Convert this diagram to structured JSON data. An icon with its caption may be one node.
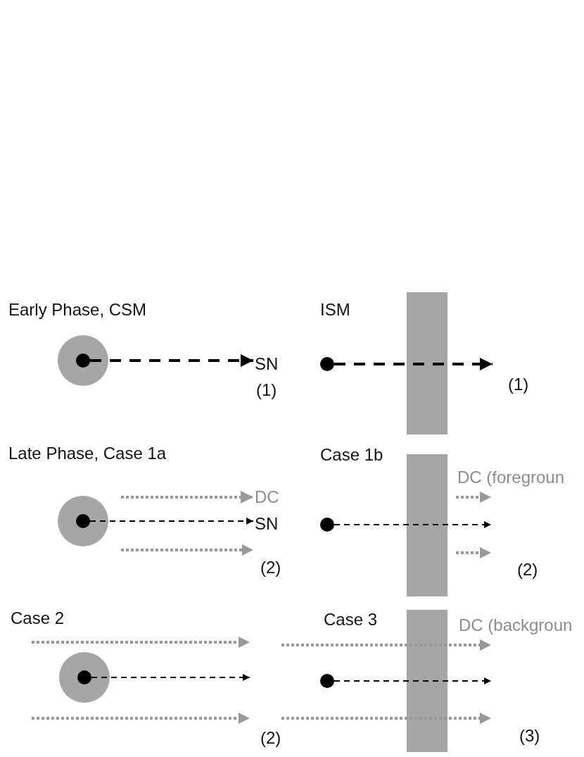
{
  "diagram": {
    "nodes": [
      {
        "text": [],
        "shape": "circle"
      },
      {
        "text": [],
        "shape": "circle",
        "in": 0
      },
      {
        "text": [
          "SN"
        ]
      },
      {
        "text": [],
        "shape": "circle"
      },
      {
        "text": [],
        "shape": "bar"
      },
      {
        "text": [],
        "shape": "circle"
      },
      {
        "text": [],
        "shape": "circle",
        "in": 5
      },
      {
        "text": [
          "DC"
        ]
      },
      {
        "text": [
          "SN"
        ]
      },
      {
        "text": [],
        "shape": "bar"
      },
      {
        "text": [],
        "shape": "circle"
      },
      {
        "text": [],
        "shape": "circle"
      },
      {
        "text": [],
        "shape": "circle",
        "in": 11
      },
      {
        "text": [],
        "shape": "bar"
      },
      {
        "text": [],
        "shape": "circle"
      }
    ],
    "edges": [
      {
        "from": 1,
        "to": 2,
        "arrow": "to",
        "style": "dashed"
      },
      {
        "from": 3,
        "to": null,
        "arrow": "to",
        "style": "dashed"
      },
      {
        "from": null,
        "to": 7,
        "arrow": "to",
        "style": "dashed",
        "color": "#999999"
      },
      {
        "from": 6,
        "to": 8,
        "arrow": "to",
        "style": "dashed"
      },
      {
        "from": 10,
        "to": null,
        "arrow": "to",
        "style": "dashed"
      },
      {
        "from": 12,
        "to": null,
        "arrow": "to",
        "style": "dashed"
      },
      {
        "from": 14,
        "to": null,
        "arrow": "to",
        "style": "dashed"
      }
    ],
    "labels": [
      "Early Phase, CSM",
      "ISM",
      "(1)",
      "(1)",
      "Late Phase, Case 1a",
      "Case 1b",
      "DC (foregroun",
      "(2)",
      "(2)",
      "Case 2",
      "Case 3",
      "DC (backgroun",
      "(2)",
      "(3)"
    ]
  }
}
